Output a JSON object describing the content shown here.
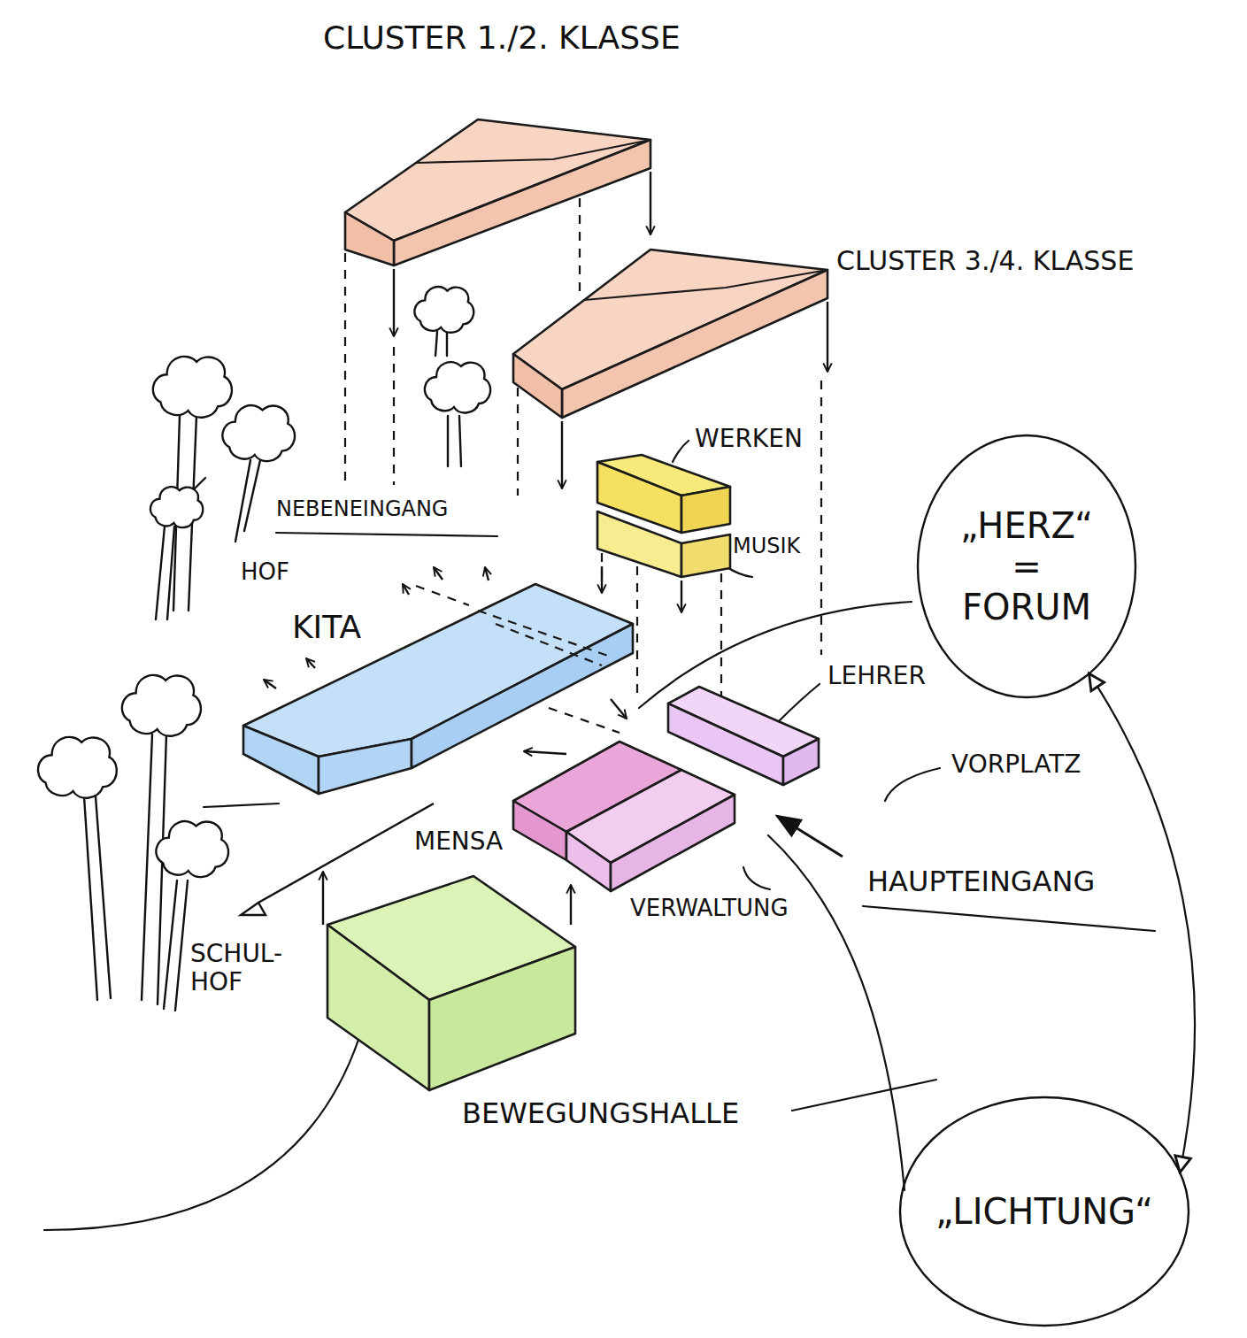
{
  "diagram": {
    "nodes": [
      {
        "text": [
          "CLUSTER 1./2. KLASSE"
        ]
      },
      {
        "text": [
          "CLUSTER 3./4. KLASSE"
        ]
      },
      {
        "text": [
          "WERKEN"
        ]
      },
      {
        "text": [
          "MUSIK"
        ]
      },
      {
        "text": [
          "KITA"
        ]
      },
      {
        "text": [
          "„HERZ“ = FORUM"
        ]
      },
      {
        "text": [
          "LEHRER"
        ]
      },
      {
        "text": [
          "MENSA"
        ]
      },
      {
        "text": [
          "VERWALTUNG"
        ]
      },
      {
        "text": [
          "BEWEGUNGSHALLE"
        ]
      },
      {
        "text": [
          "„LICHTUNG“"
        ]
      }
    ],
    "edges": [
      {
        "from": 10,
        "to": 5,
        "arrow": "both"
      }
    ],
    "labels": [
      "NEBENEINGANG",
      "HOF",
      "VORPLATZ",
      "HAUPTEINGANG",
      "SCHUL- HOF"
    ]
  }
}
